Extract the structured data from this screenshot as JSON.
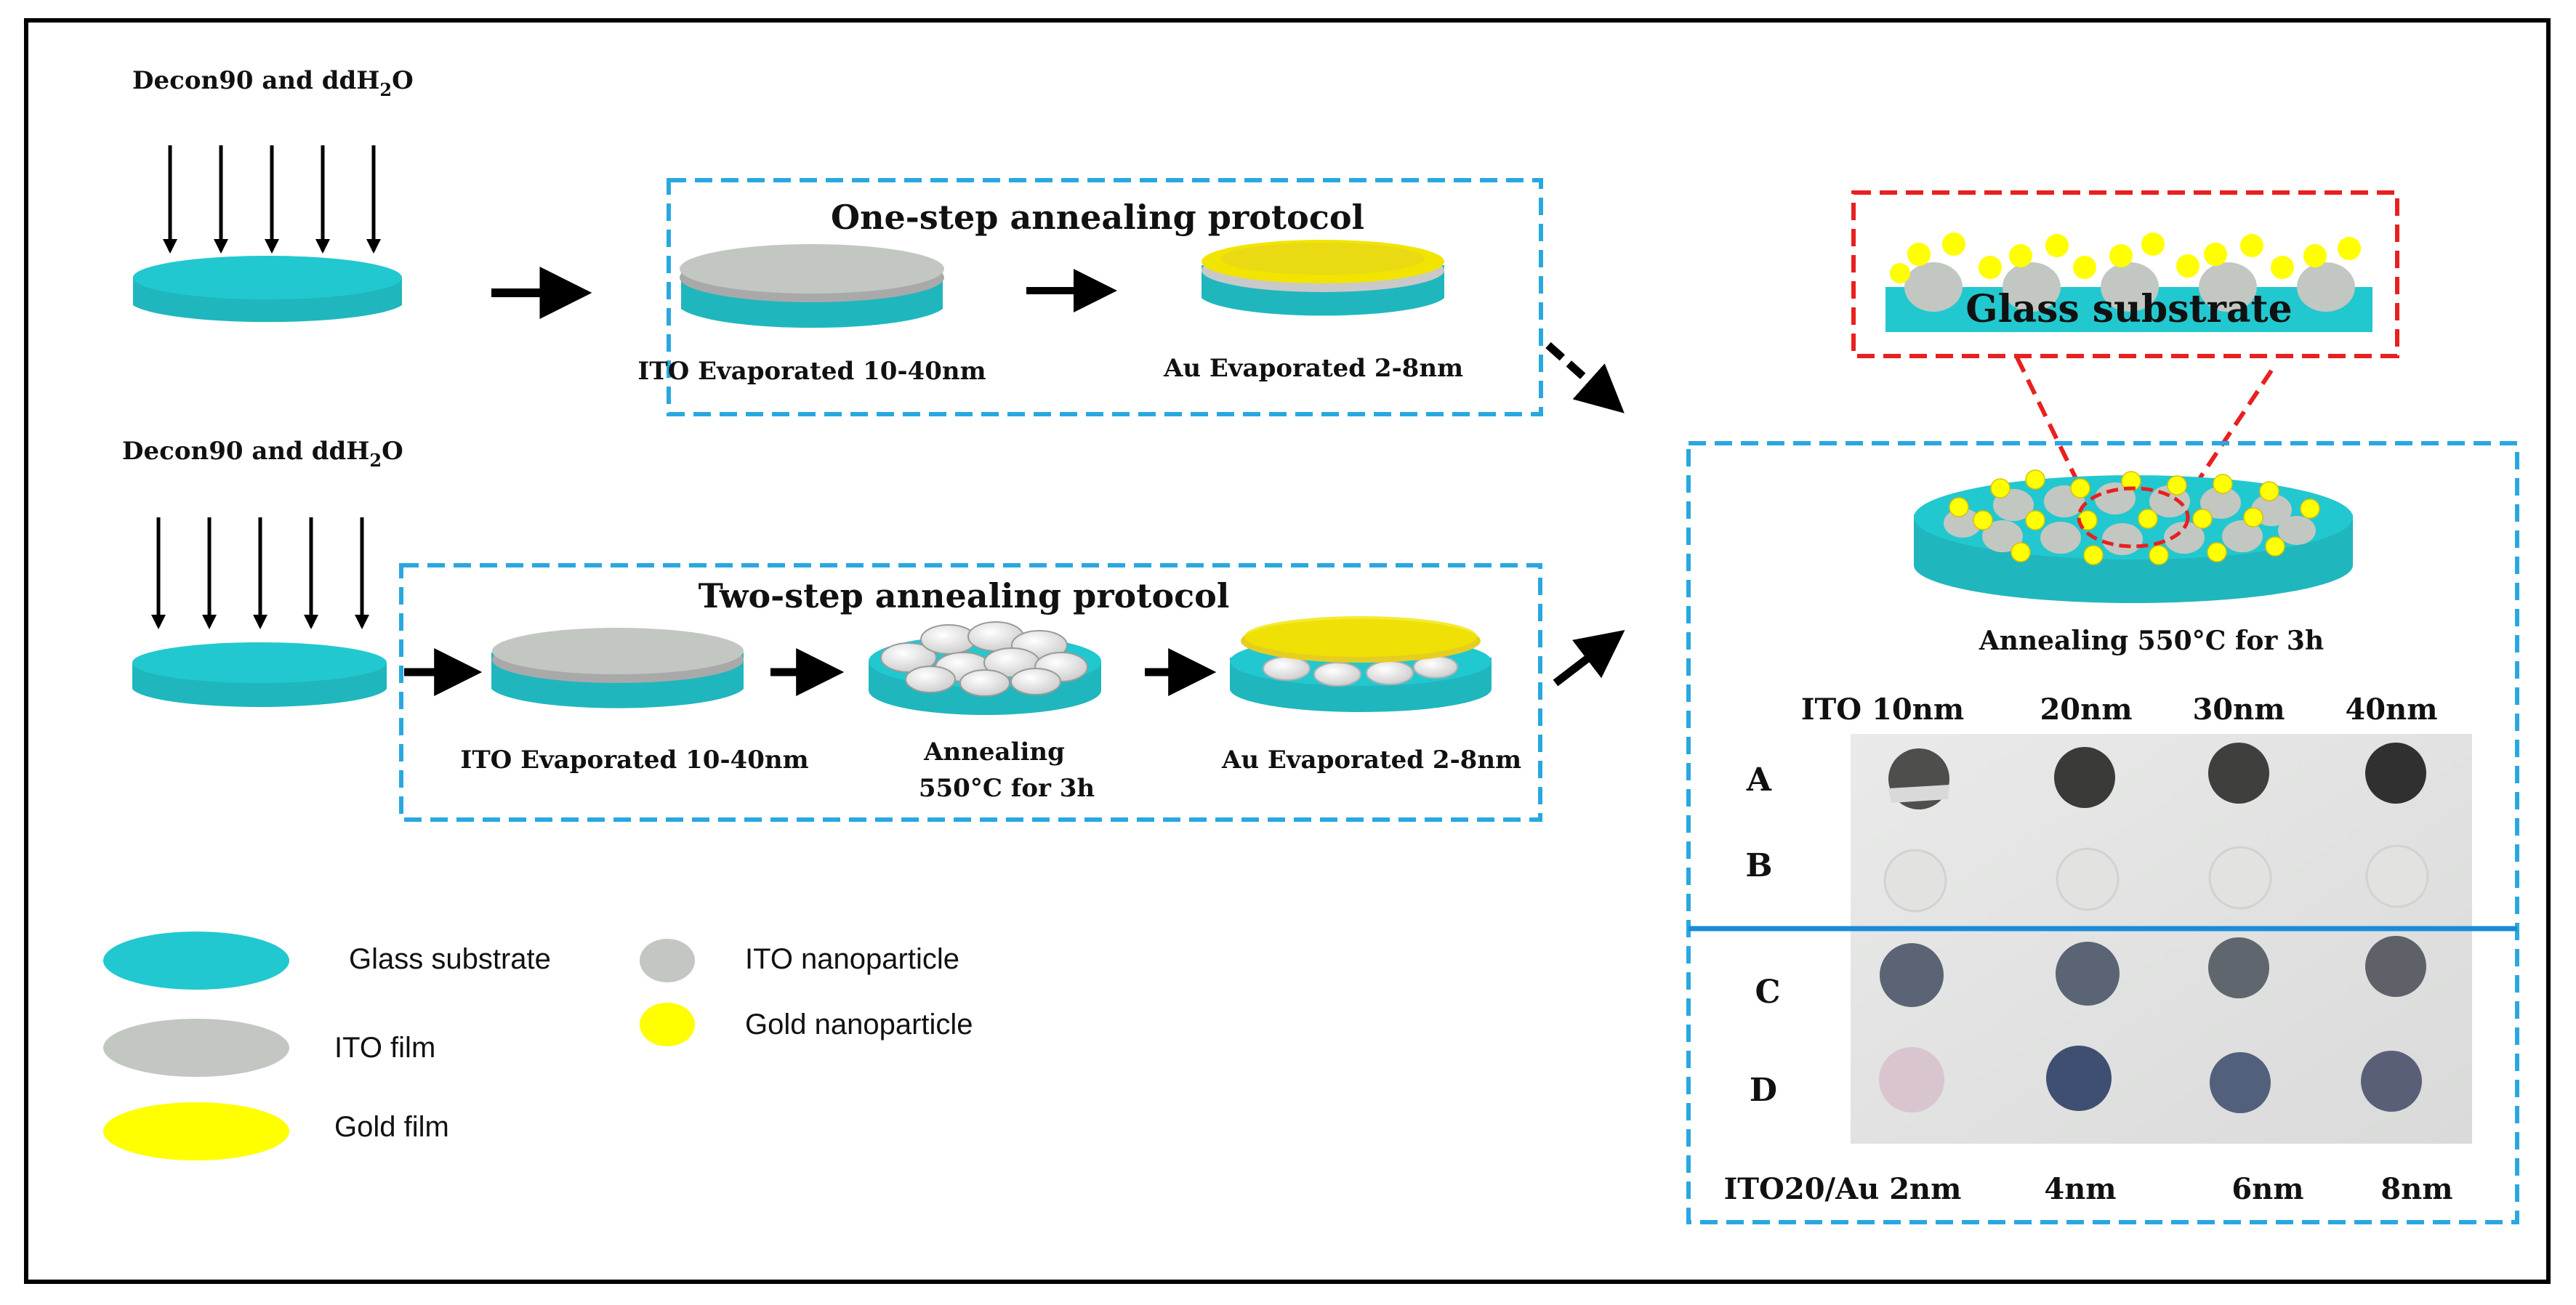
{
  "step1": {
    "solvent_prefix": "Decon90 and ddH",
    "solvent_sub": "2",
    "solvent_suffix": "O",
    "protocol_title": "One-step annealing protocol",
    "ito_label": "ITO Evaporated 10-40nm",
    "au_label": "Au Evaporated 2-8nm"
  },
  "step2": {
    "solvent_prefix": "Decon90 and ddH",
    "solvent_sub": "2",
    "solvent_suffix": "O",
    "protocol_title": "Two-step annealing protocol",
    "ito_label": "ITO Evaporated 10-40nm",
    "anneal_line1": "Annealing",
    "anneal_line2": "550°C for 3h",
    "au_label": "Au Evaporated 2-8nm"
  },
  "legend": {
    "glass_substrate": "Glass substrate",
    "ito_film": "ITO film",
    "gold_film": "Gold film",
    "ito_nanoparticle": "ITO nanoparticle",
    "gold_nanoparticle": "Gold nanoparticle"
  },
  "result": {
    "zoom_label": "Glass substrate",
    "anneal_label": "Annealing 550°C for 3h",
    "top_header": [
      "ITO 10nm",
      "20nm",
      "30nm",
      "40nm"
    ],
    "row_labels": [
      "A",
      "B",
      "C",
      "D"
    ],
    "bottom_header": [
      "ITO20/Au 2nm",
      "4nm",
      "6nm",
      "8nm"
    ]
  },
  "colors": {
    "glass": "#22c8cf",
    "ito": "#c2c7c2",
    "gold": "#f1e500",
    "frame_blue": "#29a8e0",
    "frame_red": "#e8201f"
  }
}
